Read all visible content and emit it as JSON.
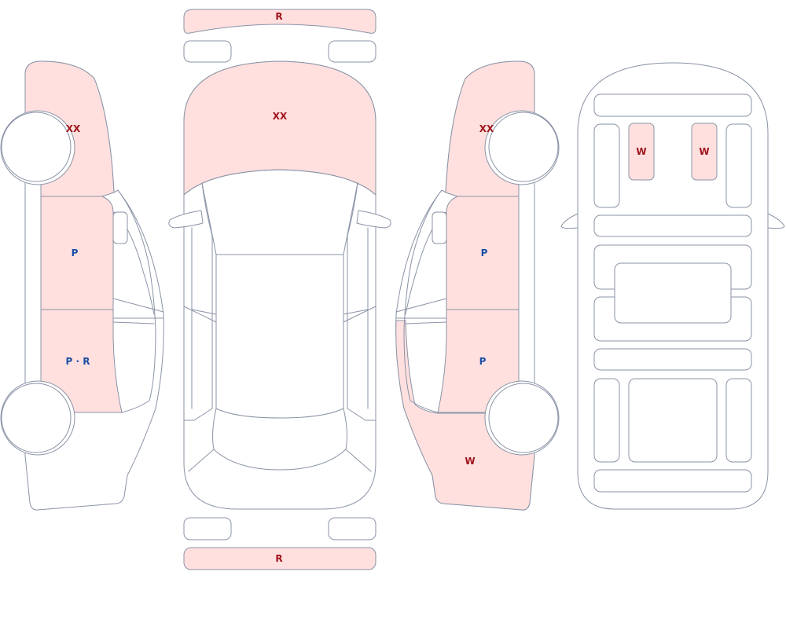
{
  "colors": {
    "damage_fill": "#ffe0df",
    "outline": "#8a93a6",
    "label_red": "#a0151d",
    "label_blue": "#1a4fa6"
  },
  "labels": {
    "roof": "XX",
    "front_bumper": "R",
    "rear_bumper": "R",
    "left_front_fender": "XX",
    "left_front_door": "P",
    "left_rear_door": "P · R",
    "right_front_fender": "XX",
    "right_front_door": "P",
    "right_rear_door": "P",
    "right_rear_quarter": "W",
    "interior_seat_left": "W",
    "interior_seat_right": "W"
  }
}
